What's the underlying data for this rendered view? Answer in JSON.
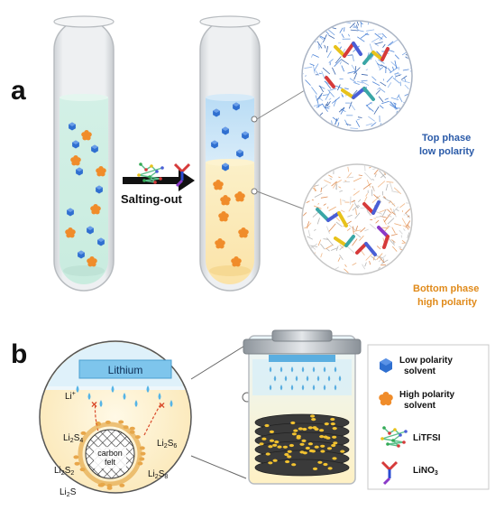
{
  "panels": {
    "a": {
      "label": "a",
      "arrow_label": "Salting-out",
      "top_phase_line1": "Top phase",
      "top_phase_line2": "low polarity",
      "bottom_phase_line1": "Bottom phase",
      "bottom_phase_line2": "high polarity"
    },
    "b": {
      "label": "b",
      "lithium": "Lithium",
      "li_ion": "Li",
      "li_sup": "+",
      "species": [
        {
          "main": "Li",
          "sub": "2",
          "rest": "S",
          "sub2": "4"
        },
        {
          "main": "Li",
          "sub": "2",
          "rest": "S",
          "sub2": "6"
        },
        {
          "main": "Li",
          "sub": "2",
          "rest": "S",
          "sub2": "2"
        },
        {
          "main": "Li",
          "sub": "2",
          "rest": "S",
          "sub2": "8"
        },
        {
          "main": "Li",
          "sub": "2",
          "rest": "S",
          "sub2": ""
        }
      ],
      "carbon_line1": "carbon",
      "carbon_line2": "felt"
    }
  },
  "legend": {
    "low_line1": "Low polarity",
    "low_line2": "solvent",
    "high_line1": "High polarity",
    "high_line2": "solvent",
    "litfsi": "LiTFSI",
    "lino3_main": "LiNO",
    "lino3_sub": "3"
  },
  "colors": {
    "low_polarity": "#2f6fd0",
    "high_polarity": "#f08c2a",
    "top_text": "#2a5aa8",
    "bottom_text": "#e08a1a",
    "lithium_bar": "#7ec5ec"
  }
}
